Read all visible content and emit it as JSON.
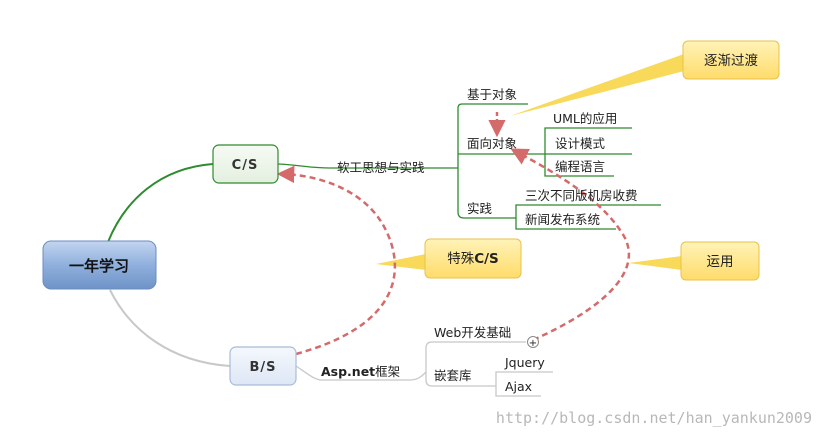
{
  "root": {
    "label": "一年学习"
  },
  "cs_node": {
    "label": "C/S"
  },
  "bs_node": {
    "label": "B/S"
  },
  "cs_branch": {
    "label": "软工思想与实践",
    "groups": [
      {
        "label": "基于对象",
        "children": []
      },
      {
        "label": "面向对象",
        "children": [
          "UML的应用",
          "设计模式",
          "编程语言"
        ]
      },
      {
        "label": "实践",
        "children": [
          "三次不同版机房收费",
          "新闻发布系统"
        ]
      }
    ]
  },
  "bs_branch": {
    "label_bold": "Asp.net",
    "label_rest": "框架",
    "groups": [
      {
        "label": "Web开发基础",
        "collapsed_marker": "+",
        "children": []
      },
      {
        "label": "嵌套库",
        "children": [
          "Jquery",
          "Ajax"
        ]
      }
    ]
  },
  "callouts": {
    "gradual": "逐渐过渡",
    "special_prefix": "特殊",
    "special_bold": "C/S",
    "apply": "运用"
  },
  "watermark": "http://blog.csdn.net/han_yankun2009",
  "colors": {
    "cs_line": "#2e8b2e",
    "bs_line": "#bdbdbd",
    "arrow": "#d46a6a",
    "callout_fill": "#ffe78a",
    "callout_pointer": "#f8d95a",
    "root_fill": "#8aaad8"
  }
}
